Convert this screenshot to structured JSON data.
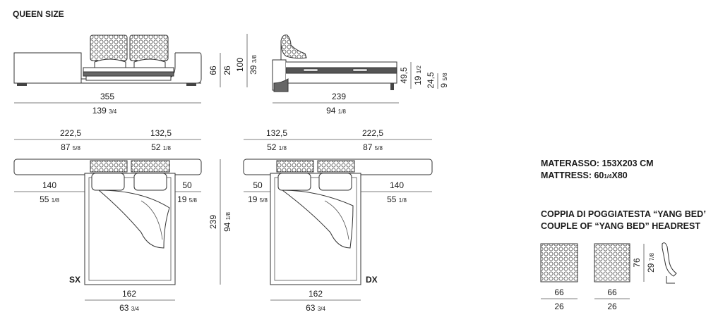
{
  "title": "QUEEN SIZE",
  "front_view": {
    "width_cm": "355",
    "width_in": "139",
    "width_in_frac": "3/4",
    "height_cm": "66",
    "height_seat_cm": "26",
    "height_total_cm": "100",
    "height_total_in": "39",
    "height_total_in_frac": "3/8"
  },
  "side_view": {
    "length_cm": "239",
    "length_in": "94",
    "length_in_frac": "1/8",
    "h1_cm": "49,5",
    "h1_in": "19",
    "h1_in_frac": "1/2",
    "h2_cm": "24,5",
    "h2_in": "9",
    "h2_in_frac": "5/8"
  },
  "plan_sx": {
    "label": "SX",
    "top_left_cm": "222,5",
    "top_left_in": "87",
    "top_left_in_frac": "5/8",
    "top_right_cm": "132,5",
    "top_right_in": "52",
    "top_right_in_frac": "1/8",
    "mid_left_cm": "140",
    "mid_left_in": "55",
    "mid_left_in_frac": "1/8",
    "mid_right_cm": "50",
    "mid_right_in": "19",
    "mid_right_in_frac": "5/8",
    "depth_cm": "239",
    "depth_in": "94",
    "depth_in_frac": "1/8",
    "bottom_cm": "162",
    "bottom_in": "63",
    "bottom_in_frac": "3/4"
  },
  "plan_dx": {
    "label": "DX",
    "top_left_cm": "132,5",
    "top_left_in": "52",
    "top_left_in_frac": "1/8",
    "top_right_cm": "222,5",
    "top_right_in": "87",
    "top_right_in_frac": "5/8",
    "mid_left_cm": "50",
    "mid_left_in": "19",
    "mid_left_in_frac": "5/8",
    "mid_right_cm": "140",
    "mid_right_in": "55",
    "mid_right_in_frac": "1/8",
    "bottom_cm": "162",
    "bottom_in": "63",
    "bottom_in_frac": "3/4"
  },
  "mattress": {
    "line1": "MATERASSO: 153X203 CM",
    "line2_a": "MATTRESS: 60",
    "line2_frac": "1/4",
    "line2_b": "X80"
  },
  "headrest": {
    "line1": "COPPIA DI POGGIATESTA “YANG BED”",
    "line2": "COUPLE OF “YANG BED” HEADREST",
    "w1_cm": "66",
    "w1_in": "26",
    "w2_cm": "66",
    "w2_in": "26",
    "h_cm": "76",
    "h_in": "29",
    "h_in_frac": "7/8"
  }
}
